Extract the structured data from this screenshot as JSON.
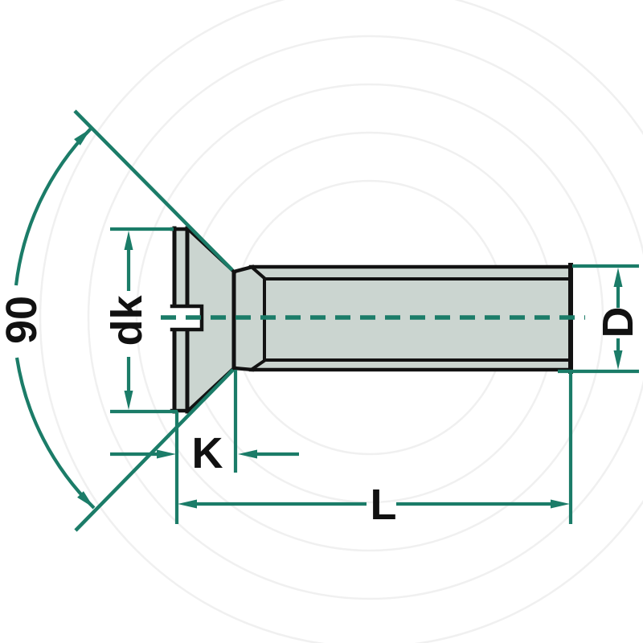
{
  "page": {
    "type": "technical-drawing",
    "background": "#ffffff"
  },
  "drawing": {
    "subject": "Countersunk slotted screw, side elevation with dimensions",
    "labels": {
      "head_angle": "90",
      "head_diameter": "dk",
      "head_height": "K",
      "total_length": "L",
      "shank_diameter": "D"
    },
    "colors": {
      "dimension_lines": "#1b7c68",
      "part_outline": "#121212",
      "part_fill": "#cbd5d0",
      "slot_fill": "#ffffff",
      "label_text": "#111111",
      "watermark": "#f0f0f0"
    }
  }
}
